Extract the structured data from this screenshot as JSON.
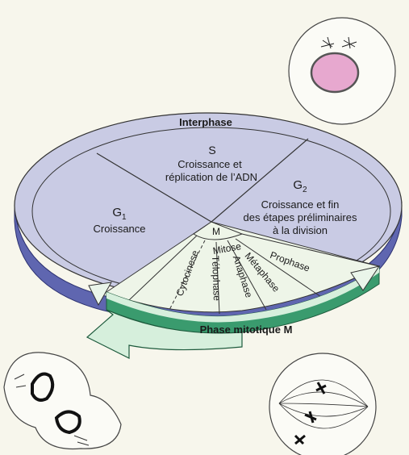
{
  "diagram": {
    "interphase_label": "Interphase",
    "mitotic_label": "Phase mitotique M",
    "phases": {
      "s": {
        "letter": "S",
        "desc_line1": "Croissance et",
        "desc_line2": "réplication de l’ADN"
      },
      "g2": {
        "letter": "G",
        "subscript": "2",
        "desc_line1": "Croissance et fin",
        "desc_line2": "des étapes préliminaires",
        "desc_line3": "à la division"
      },
      "g1": {
        "letter": "G",
        "subscript": "1",
        "desc_line1": "Croissance"
      },
      "m": {
        "letter": "M"
      }
    },
    "m_subphases": {
      "mitose": "Mitose",
      "cytocinese": "Cytocinese",
      "telophase": "Télophase",
      "anaphase": "Anaphase",
      "metaphase": "Métaphase",
      "prophase": "Prophase"
    },
    "colors": {
      "disk_top": "#c9cbe4",
      "disk_side": "#5f66b0",
      "mitotic_band_top": "#e6f3e2",
      "mitotic_band_side": "#3a9b6e",
      "arrow_fill": "#d6efdc",
      "cell_nucleus": "#e7a8cf",
      "background": "#f7f6ec"
    }
  }
}
